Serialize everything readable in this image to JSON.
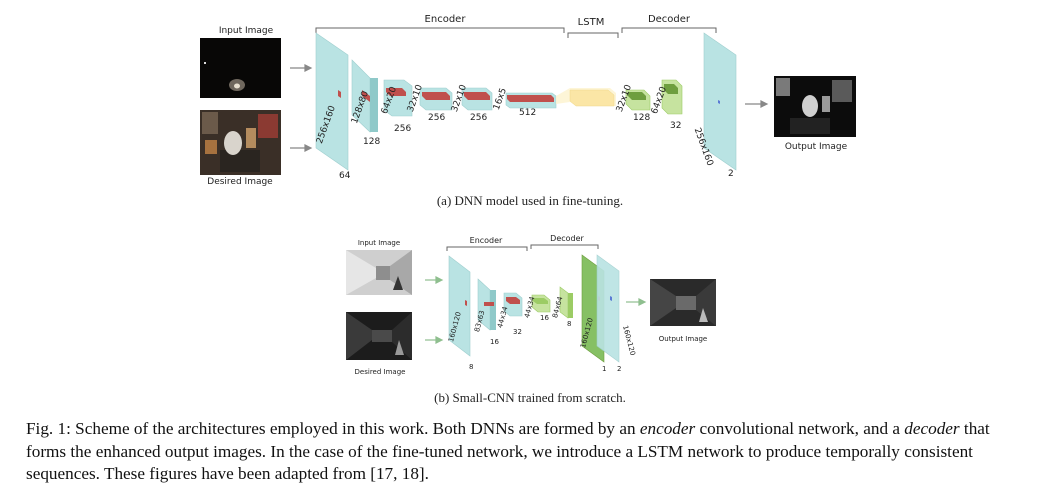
{
  "diagram_a": {
    "input_label": "Input Image",
    "desired_label": "Desired Image",
    "output_label": "Output Image",
    "section_encoder": "Encoder",
    "section_lstm": "LSTM",
    "section_decoder": "Decoder",
    "layers": {
      "l1_size": "256x160",
      "l1_depth": "64",
      "l2_size": "128x80",
      "l2_depth": "128",
      "l3_size": "64x20",
      "l3_depth": "256",
      "l4_size": "32x10",
      "l4_depth": "256",
      "l5_size": "32x10",
      "l5_depth": "256",
      "l6_size": "16x5",
      "l6_depth": "512",
      "d1_size": "32x10",
      "d1_depth": "128",
      "d2_size": "64x20",
      "d2_depth": "32",
      "d3_size": "256x160",
      "d3_depth": "2"
    },
    "caption": "(a) DNN model used in fine-tuning."
  },
  "diagram_b": {
    "input_label": "Input Image",
    "desired_label": "Desired Image",
    "output_label": "Output Image",
    "section_encoder": "Encoder",
    "section_decoder": "Decoder",
    "layers": {
      "e1_size": "160x120",
      "e1_depth": "8",
      "e2_size": "83x63",
      "e2_depth": "16",
      "e3_size": "44x34",
      "e3_depth": "32",
      "m1_size": "44x34",
      "m1_depth": "16",
      "m2_size": "84x64",
      "m2_depth": "8",
      "d1_size": "160x120",
      "d1_depth": "1",
      "d2_size": "160x120",
      "d2_depth": "2"
    },
    "caption": "(b) Small-CNN trained from scratch."
  },
  "figure_caption": {
    "p1": "Fig. 1: Scheme of the architectures employed in this work. Both DNNs are formed by an ",
    "em1": "encoder",
    "p2": " convolutional network, and a ",
    "em2": "decoder",
    "p3": " that forms the enhanced output images. In the case of the fine-tuned network, we introduce a LSTM network to produce temporally consistent sequences. These figures have been adapted from [17, 18]."
  },
  "colors": {
    "conv_face": "#b9e3e3",
    "conv_side": "#8fc9c9",
    "pool_red": "#c0504d",
    "lstm_yellow": "#fbe6a6",
    "decoder_green": "#9ccc65",
    "decoder_green_dark": "#6e9e3e"
  }
}
